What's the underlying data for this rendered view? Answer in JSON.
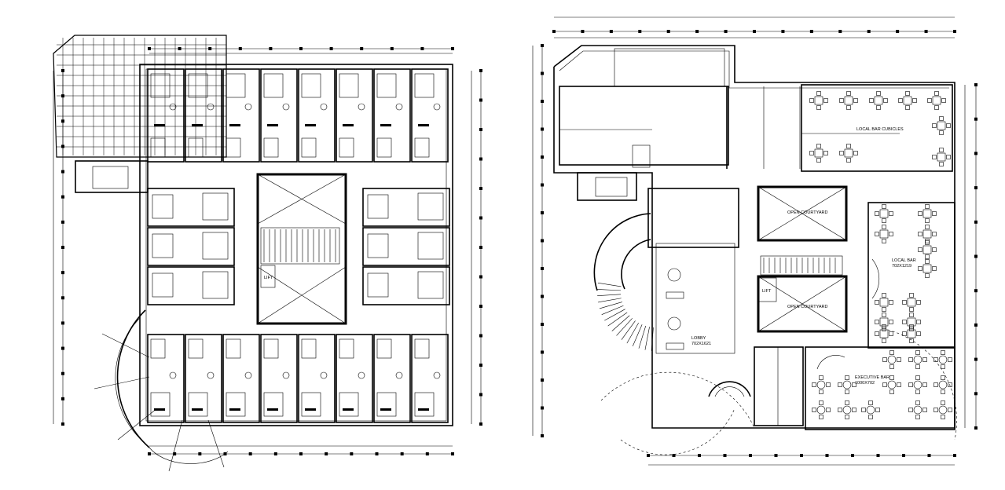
{
  "drawing": {
    "right_plan_labels": {
      "local_bar_cubicles": "LOCAL BAR CUBICLES",
      "open_courtyard_upper": "OPEN COURTYARD",
      "open_courtyard_lower": "OPEN COURTYARD",
      "lift_left": "LIFT",
      "lift_right": "LIFT",
      "local_bar": "LOCAL BAR",
      "local_bar_size": "702X1219",
      "lobby": "LOBBY",
      "lobby_size": "702X1621",
      "executive_bar": "EXECUTIVE BAR",
      "executive_bar_size": "1000X702"
    }
  }
}
